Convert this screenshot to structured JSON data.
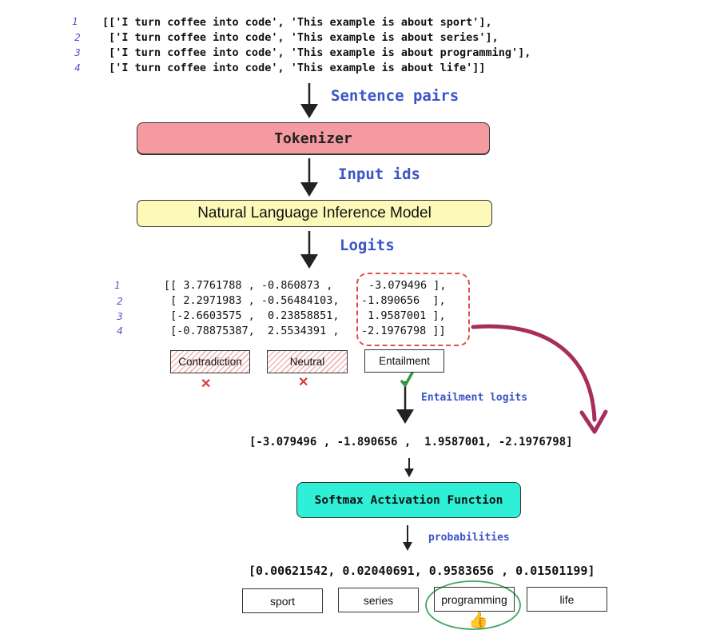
{
  "sentences": {
    "numbers": [
      "1",
      "2",
      "3",
      "4"
    ],
    "lines": [
      "[['I turn coffee into code', 'This example is about sport'],",
      " ['I turn coffee into code', 'This example is about series'],",
      " ['I turn coffee into code', 'This example is about programming'],",
      " ['I turn coffee into code', 'This example is about life']]"
    ]
  },
  "labels": {
    "sentence_pairs": "Sentence pairs",
    "input_ids": "Input ids",
    "logits": "Logits",
    "entailment_logits": "Entailment logits",
    "probabilities": "probabilities"
  },
  "boxes": {
    "tokenizer": "Tokenizer",
    "nli_model": "Natural Language Inference Model",
    "softmax": "Softmax Activation Function"
  },
  "logits_matrix": {
    "numbers": [
      "1",
      "2",
      "3",
      "4"
    ],
    "left": [
      "[[ 3.7761788 , -0.860873 ,",
      " [ 2.2971983 , -0.56484103,",
      " [-2.6603575 ,  0.23858851,",
      " [-0.78875387,  2.5534391 ,"
    ],
    "right": [
      "-3.079496 ],",
      "-1.890656  ],",
      " 1.9587001 ],",
      "-2.1976798 ]]"
    ]
  },
  "classes": {
    "contradiction": "Contradiction",
    "neutral": "Neutral",
    "entailment": "Entailment",
    "reject_mark": "✕"
  },
  "entailment_vector": "[-3.079496 , -1.890656 ,  1.9587001, -2.1976798]",
  "probabilities_vector": "[0.00621542, 0.02040691, 0.9583656 , 0.01501199]",
  "candidate_labels": [
    "sport",
    "series",
    "programming",
    "life"
  ],
  "thumbs_up": "👍",
  "colors": {
    "tokenizer_fill": "#f49aa0",
    "nli_fill": "#fdf9b8",
    "softmax_fill": "#2ff0d6",
    "pink_arrow": "#a72d5c",
    "dotted_border": "#e34a4a",
    "green_circle": "#3ea55e",
    "check_mark": "#2f9a3f",
    "label_blue": "#3b55c8"
  }
}
